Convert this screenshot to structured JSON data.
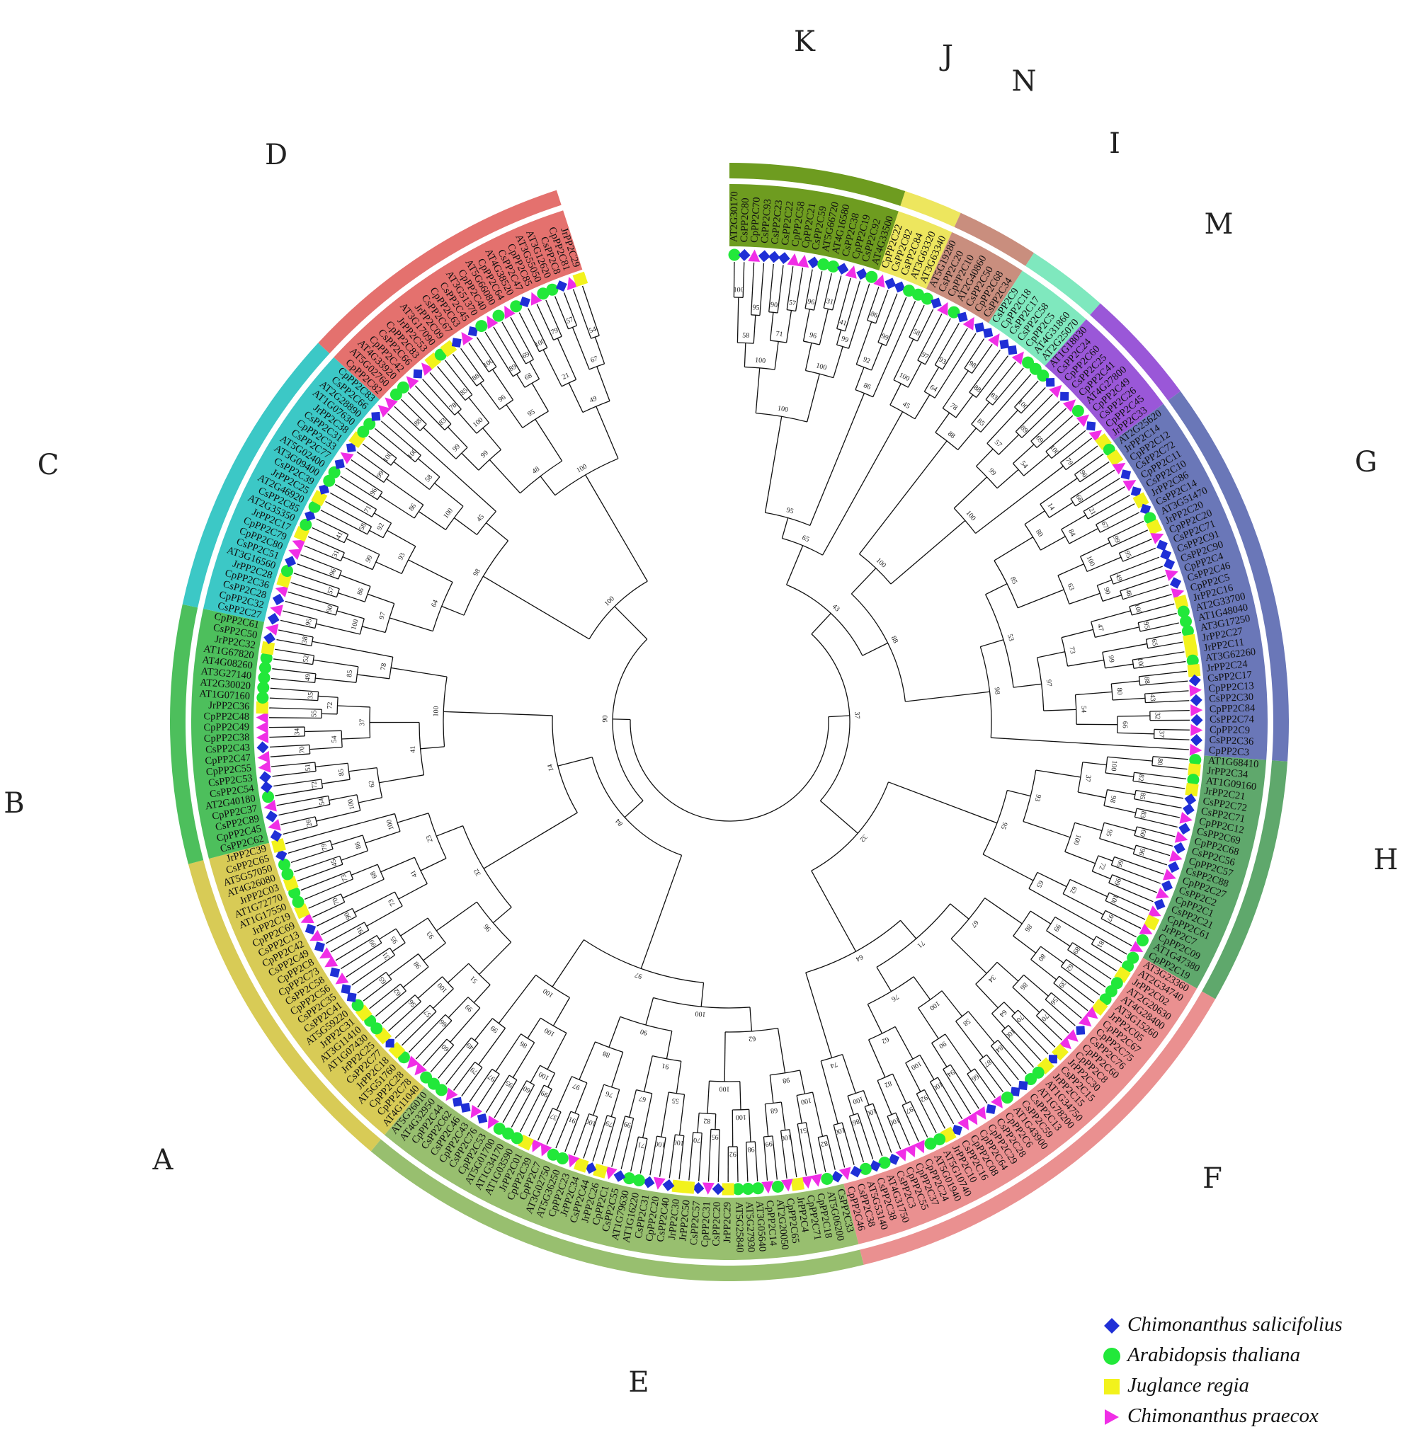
{
  "chart_data": {
    "type": "circular-phylogenetic-tree",
    "groups": [
      {
        "name": "A",
        "color": "#D8CB56"
      },
      {
        "name": "B",
        "color": "#4DBF5C"
      },
      {
        "name": "C",
        "color": "#3CC8C6"
      },
      {
        "name": "D",
        "color": "#E4716E"
      },
      {
        "name": "K",
        "color": "#6E9C20"
      },
      {
        "name": "J",
        "color": "#EDE65E"
      },
      {
        "name": "N",
        "color": "#C98E7E"
      },
      {
        "name": "I",
        "color": "#7FE8BE"
      },
      {
        "name": "M",
        "color": "#9A57D8"
      },
      {
        "name": "G",
        "color": "#6A77B8"
      },
      {
        "name": "H",
        "color": "#5FA86C"
      },
      {
        "name": "F",
        "color": "#EA9090"
      },
      {
        "name": "E",
        "color": "#98BF6F"
      }
    ],
    "species": [
      {
        "name": "Chimonanthus salicifolius",
        "prefix": "Cs",
        "marker": "diamond",
        "color": "#1F2FD6"
      },
      {
        "name": "Arabidopsis thaliana",
        "prefix": "AT",
        "marker": "circle",
        "color": "#22E83A"
      },
      {
        "name": "Juglance regia",
        "prefix": "Jr",
        "marker": "square",
        "color": "#F2F21C"
      },
      {
        "name": "Chimonanthus praecox",
        "prefix": "Cp",
        "marker": "triangle",
        "color": "#F02EE6"
      }
    ],
    "clades": [
      {
        "group": "K",
        "leaves": [
          "AT2G30170",
          "CsPP2C80",
          "CpPP2C70",
          "CsPP2C93",
          "CsPP2C23",
          "CsPP2C22",
          "CpPP2C58",
          "CpPP2C21",
          "CsPP2C59",
          "AT5G66720",
          "AT4G16580",
          "CsPP2C38",
          "CpPP2C19",
          "CsPP2C92",
          "AT4G33500"
        ]
      },
      {
        "group": "J",
        "leaves": [
          "CpPP2C22",
          "CsPP2C82",
          "CsPP2C84",
          "AT3G63320",
          "AT3G63340"
        ]
      },
      {
        "group": "N",
        "leaves": [
          "AT5G19280",
          "CsPP2C20",
          "CpPP2C10",
          "AT2G40860",
          "CsPP2C50",
          "CpPP2C68",
          "CsPP2C34"
        ]
      },
      {
        "group": "I",
        "leaves": [
          "CsPP2C9",
          "CpPP2C18",
          "CsPP2C17",
          "CsPP2C58",
          "CpPP2C5",
          "AT4G31860",
          "AT2G25070"
        ]
      },
      {
        "group": "M",
        "leaves": [
          "AT1G18030",
          "CsPP2C24",
          "CpPP2C60",
          "CsPP2C25",
          "CpPP2C41",
          "AT4G27800",
          "CpPP2C49",
          "CsPP2C26",
          "CpPP2C45",
          "JrPP2C33"
        ]
      },
      {
        "group": "G",
        "leaves": [
          "AT2G25620",
          "JrPP2C14",
          "CpPP2C12",
          "CsPP2C72",
          "CpPP2C11",
          "CsPP2C10",
          "JrPP2C86",
          "CsPP2C14",
          "AT3G51470",
          "JrPP2C20",
          "CpPP2C20",
          "CsPP2C71",
          "CsPP2C91",
          "CsPP2C90",
          "CpPP2C4",
          "CsPP2C46",
          "CpPP2C5",
          "JrPP2C16",
          "AT2G33700",
          "AT1G48040",
          "AT3G17250",
          "JrPP2C27",
          "JrPP2C11",
          "AT3G62260",
          "JrPP2C24",
          "CsPP2C17",
          "CpPP2C13",
          "CsPP2C30",
          "CpPP2C84",
          "CsPP2C74",
          "CpPP2C9",
          "CsPP2C36",
          "CpPP2C3"
        ]
      },
      {
        "group": "H",
        "leaves": [
          "AT1G68410",
          "JrPP2C34",
          "AT1G09160",
          "JrPP2C21",
          "CsPP2C72",
          "CsPP2C71",
          "CpPP2C12",
          "CsPP2C69",
          "CpPP2C68",
          "CsPP2C56",
          "CpPP2C57",
          "CsPP2C88",
          "CpPP2C27",
          "CsPP2C2",
          "CpPP2C1",
          "CsPP2C21",
          "CpPP2C61",
          "JrPP2C7",
          "CpPP2C09",
          "AT1G47380",
          "CpPP2C19"
        ]
      },
      {
        "group": "F",
        "leaves": [
          "AT3G23360",
          "AT2G34740",
          "JrPP2C02",
          "AT2G20630",
          "AT4G28400",
          "AT3G15260",
          "JrPP2C05",
          "CpPP2C67",
          "CpPP2C75",
          "CsPP2C76",
          "CpPP2C60",
          "CpPP2C8",
          "JrPP2C30",
          "CsPP2C15",
          "JrPP2C15",
          "AT1G34750",
          "AT1G78200",
          "CsPP2C13",
          "CsPP2C59",
          "AT1G43900",
          "CpPP2C6",
          "CsPP2C28",
          "CpPP2C29",
          "CpPP2C64",
          "CpPP2C08",
          "CsPP2C16",
          "JrPP2C10",
          "AT5G10740",
          "AT5G01940",
          "CpPP2C24",
          "CpPP2C37",
          "CpPP2C55",
          "CsPP2C3",
          "AT4G31750",
          "CsPP2C38",
          "AT5G53140",
          "CsPP2C38",
          "CpPP2C46"
        ]
      },
      {
        "group": "E",
        "leaves": [
          "CsPP2C33",
          "AT5G06200",
          "CpPP2C18",
          "CpPP2C71",
          "JrPP2C4",
          "CpPP2C65",
          "AT2G20050",
          "CpPP2C14",
          "AT3G05640",
          "AT5G27930",
          "AT5G25840",
          "JrPP2C29",
          "CsPP2C20",
          "CpPP2C31",
          "CsPP2C57",
          "JrPP2C50",
          "JrPP2C30",
          "CsPP2C40",
          "CpPP2C20",
          "CsPP2C31",
          "AT1G16220",
          "AT1G79630",
          "CsPP2C55",
          "CpPP2C1",
          "JrPP2C26",
          "CsPP2C44",
          "JrPP2C34",
          "CpPP2C23",
          "AT5G36250",
          "AT3G02750",
          "CpPP2C7",
          "CpPP2C39",
          "JrPP2C01",
          "AT1G03590",
          "AT1G34170",
          "AT5G01700",
          "CpPP2C53",
          "CsPP2C76",
          "CpPP2C43",
          "CsPP2C46",
          "CsPP2C62",
          "CpPP2C44",
          "AT4G32950",
          "AT5G26010"
        ]
      },
      {
        "group": "A",
        "leaves": [
          "AT4G11040",
          "CpPP2C78",
          "CpPP2C28",
          "AT5G51760",
          "JrPP2C18",
          "CsPP2C77",
          "JrPP2C25",
          "AT1G07430",
          "AT3G11410",
          "JrPP2C31",
          "AT5G59220",
          "CsPP2C41",
          "CsPP2C35",
          "CpPP2C56",
          "CsPP2C58",
          "CpPP2C73",
          "CpPP2C8",
          "CsPP2C49",
          "CpPP2C42",
          "CsPP2C13",
          "CpPP2C69",
          "JrPP2C19",
          "AT1G17550",
          "AT1G72770",
          "JrPP2C03",
          "AT4G26080",
          "AT5G57050",
          "CsPP2C65",
          "JrPP2C39"
        ]
      },
      {
        "group": "B",
        "leaves": [
          "CsPP2C62",
          "CpPP2C45",
          "CsPP2C89",
          "CpPP2C37",
          "AT2G40180",
          "CsPP2C54",
          "CsPP2C53",
          "CpPP2C55",
          "CpPP2C47",
          "CsPP2C43",
          "CpPP2C38",
          "CpPP2C49",
          "CpPP2C48",
          "JrPP2C36",
          "AT1G07160",
          "AT2G30020",
          "AT3G27140",
          "AT4G08260",
          "AT1G67820",
          "JrPP2C32",
          "CsPP2C50",
          "CpPP2C61"
        ]
      },
      {
        "group": "C",
        "leaves": [
          "CsPP2C27",
          "CpPP2C32",
          "CsPP2C28",
          "CpPP2C36",
          "JrPP2C28",
          "AT3G16560",
          "CsPP2C51",
          "CpPP2C80",
          "CpPP2C79",
          "JrPP2C17",
          "AT2G35350",
          "CsPP2C85",
          "AT2G46920",
          "JrPP2C25",
          "CsPP2C39",
          "AT3G09400",
          "AT5G02400",
          "CsPP2C77",
          "CpPP2C33",
          "CsPP2C31",
          "JrPP2C38",
          "AT1G07630",
          "AT2G28890",
          "CsPP2C66",
          "CpPP2C83"
        ]
      },
      {
        "group": "D",
        "leaves": [
          "CpPP2C82",
          "AT5G02760",
          "AT4G33920",
          "CpPP2C42",
          "CsPP2C66",
          "CpPP2C83",
          "JrPP2C53",
          "AT3G17090",
          "JrPP2C09",
          "CsPP2C67",
          "CpPP2C63",
          "CsPP2C45",
          "AT3G51370",
          "CpPP2C40",
          "AT5G66080",
          "CpPP2C64",
          "AT4G38520",
          "CsPP2C47",
          "CpPP2C85",
          "AT3G55050",
          "AT3G12620",
          "CsPP2C8",
          "CpPP2C81",
          "JrPP2C29"
        ]
      }
    ],
    "bootstrap_values": [
      100,
      95,
      90,
      57,
      96,
      31,
      41,
      58,
      71,
      96,
      99,
      100,
      100,
      100,
      86,
      99,
      92,
      86,
      58,
      97,
      93,
      100,
      64,
      45,
      98,
      88,
      83,
      78,
      85,
      88,
      100,
      89,
      69,
      100,
      79,
      57,
      54,
      99,
      100,
      96,
      68,
      21,
      67,
      99,
      95,
      49,
      48,
      100,
      95,
      65,
      100,
      88,
      43,
      32,
      37,
      14,
      84,
      100,
      90,
      47,
      99,
      80,
      66,
      80,
      63,
      73,
      54,
      85,
      97,
      53,
      98,
      80,
      82,
      85,
      83,
      60,
      96,
      66,
      99,
      100,
      97,
      100,
      98,
      95,
      72,
      62,
      37,
      100,
      65,
      93,
      95,
      81,
      89,
      62,
      39,
      56,
      70,
      70,
      100,
      84,
      87,
      66,
      94,
      100,
      92,
      97,
      100,
      100,
      86,
      100,
      99,
      80,
      86,
      64,
      58,
      90,
      100,
      82,
      100,
      86,
      34,
      100,
      62,
      74,
      67,
      76,
      71,
      64,
      82,
      51,
      100,
      99,
      98,
      92,
      95,
      70,
      100,
      100,
      71,
      99,
      79,
      100,
      91,
      37,
      99,
      60,
      95,
      97,
      79,
      49,
      100,
      68,
      100,
      82,
      55,
      67,
      76,
      97,
      100,
      86,
      99,
      98,
      100,
      91,
      88,
      100,
      62,
      90,
      100,
      100,
      97,
      60,
      66,
      57,
      56,
      62,
      65,
      31,
      99,
      91,
      90,
      70,
      73,
      45,
      79,
      99,
      100,
      98,
      95,
      73,
      68,
      86,
      51,
      93,
      41,
      100,
      96,
      23,
      32,
      26,
      54,
      72,
      51,
      70,
      34,
      55,
      35,
      49,
      52,
      38,
      100,
      85,
      54,
      72,
      85,
      62,
      37,
      78,
      41
    ]
  },
  "legend": {
    "items": [
      {
        "label": "Chimonanthus salicifolius",
        "marker": "diamond",
        "color": "#1F2FD6"
      },
      {
        "label": "Arabidopsis thaliana",
        "marker": "circle",
        "color": "#22E83A"
      },
      {
        "label": "Juglance regia",
        "marker": "square",
        "color": "#F2F21C"
      },
      {
        "label": "Chimonanthus praecox",
        "marker": "triangle",
        "color": "#F02EE6"
      }
    ]
  }
}
